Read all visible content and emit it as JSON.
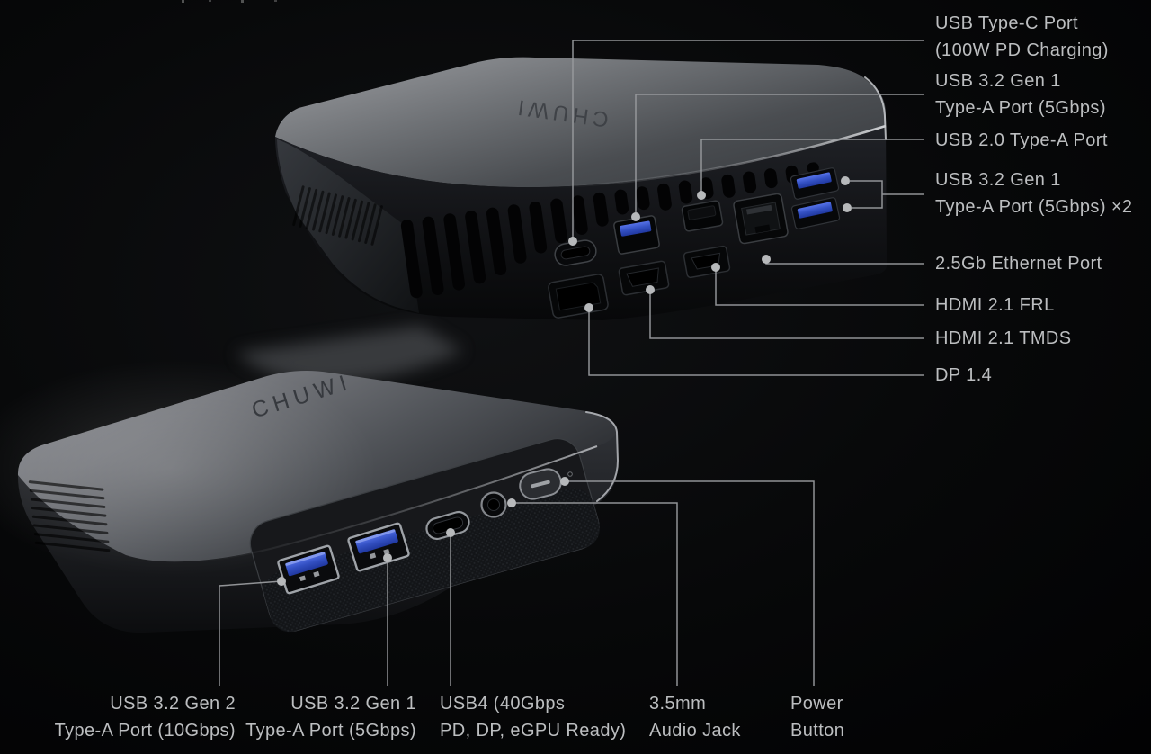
{
  "page": {
    "type": "product-ports-infographic",
    "background": "#060607"
  },
  "brand": {
    "logo": "CHUWI"
  },
  "colors": {
    "label_text": "#bcbec0",
    "callout_line": "#989a9d",
    "callout_dot": "#b7b9bb",
    "usb_blue": "#3350c2",
    "device_top_light": "#97999d",
    "device_body_dark": "#17191c"
  },
  "rear_view": {
    "callouts": [
      {
        "name": "usb-type-c",
        "lines": [
          "USB Type-C Port",
          "(100W PD Charging)"
        ]
      },
      {
        "name": "usb-3-2-gen1",
        "lines": [
          "USB 3.2 Gen 1",
          "Type-A Port (5Gbps)"
        ]
      },
      {
        "name": "usb-2-0",
        "lines": [
          "USB 2.0 Type-A Port"
        ]
      },
      {
        "name": "usb-3-2-gen1-x2",
        "lines": [
          "USB 3.2 Gen 1",
          "Type-A Port (5Gbps) ×2"
        ]
      },
      {
        "name": "ethernet",
        "lines": [
          "2.5Gb Ethernet Port"
        ]
      },
      {
        "name": "hdmi-frl",
        "lines": [
          "HDMI 2.1 FRL"
        ]
      },
      {
        "name": "hdmi-tmds",
        "lines": [
          "HDMI 2.1 TMDS"
        ]
      },
      {
        "name": "dp",
        "lines": [
          "DP 1.4"
        ]
      }
    ]
  },
  "front_view": {
    "callouts": [
      {
        "name": "usb-3-2-gen2",
        "lines": [
          "USB 3.2 Gen 2",
          "Type-A Port (10Gbps)"
        ]
      },
      {
        "name": "usb-3-2-gen1",
        "lines": [
          "USB 3.2 Gen 1",
          "Type-A Port (5Gbps)"
        ]
      },
      {
        "name": "usb4",
        "lines": [
          "USB4 (40Gbps",
          "PD, DP, eGPU Ready)"
        ]
      },
      {
        "name": "audio-jack",
        "lines": [
          "3.5mm",
          "Audio Jack"
        ]
      },
      {
        "name": "power-button",
        "lines": [
          "Power",
          "Button"
        ]
      }
    ]
  }
}
